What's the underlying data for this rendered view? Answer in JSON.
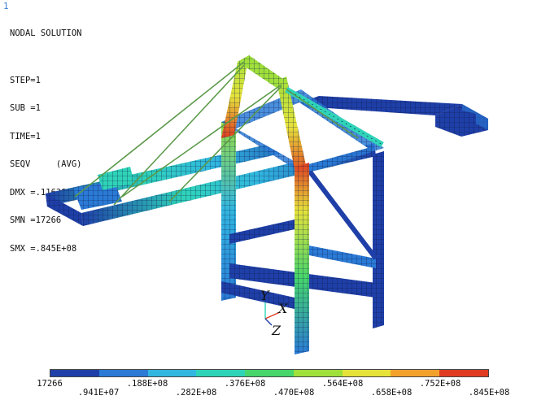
{
  "window": {
    "number": "1"
  },
  "info": {
    "lines": [
      "NODAL SOLUTION",
      "",
      "STEP=1",
      "SUB =1",
      "TIME=1",
      "SEQV     (AVG)",
      "DMX =.116385",
      "SMN =17266",
      "SMX =.845E+08"
    ]
  },
  "triad": {
    "y": "Y",
    "x": "X",
    "z": "Z"
  },
  "legend": {
    "colors": [
      "#1f3fa8",
      "#2a7ad6",
      "#31b7e0",
      "#2fd4b8",
      "#46d66b",
      "#9fe03a",
      "#e6e23a",
      "#f2a22b",
      "#e03b20"
    ],
    "labels_top": [
      "17266",
      ".188E+08",
      ".376E+08",
      ".564E+08",
      ".752E+08"
    ],
    "labels_bottom": [
      ".941E+07",
      ".282E+08",
      ".470E+08",
      ".658E+08",
      ".845E+08"
    ]
  }
}
